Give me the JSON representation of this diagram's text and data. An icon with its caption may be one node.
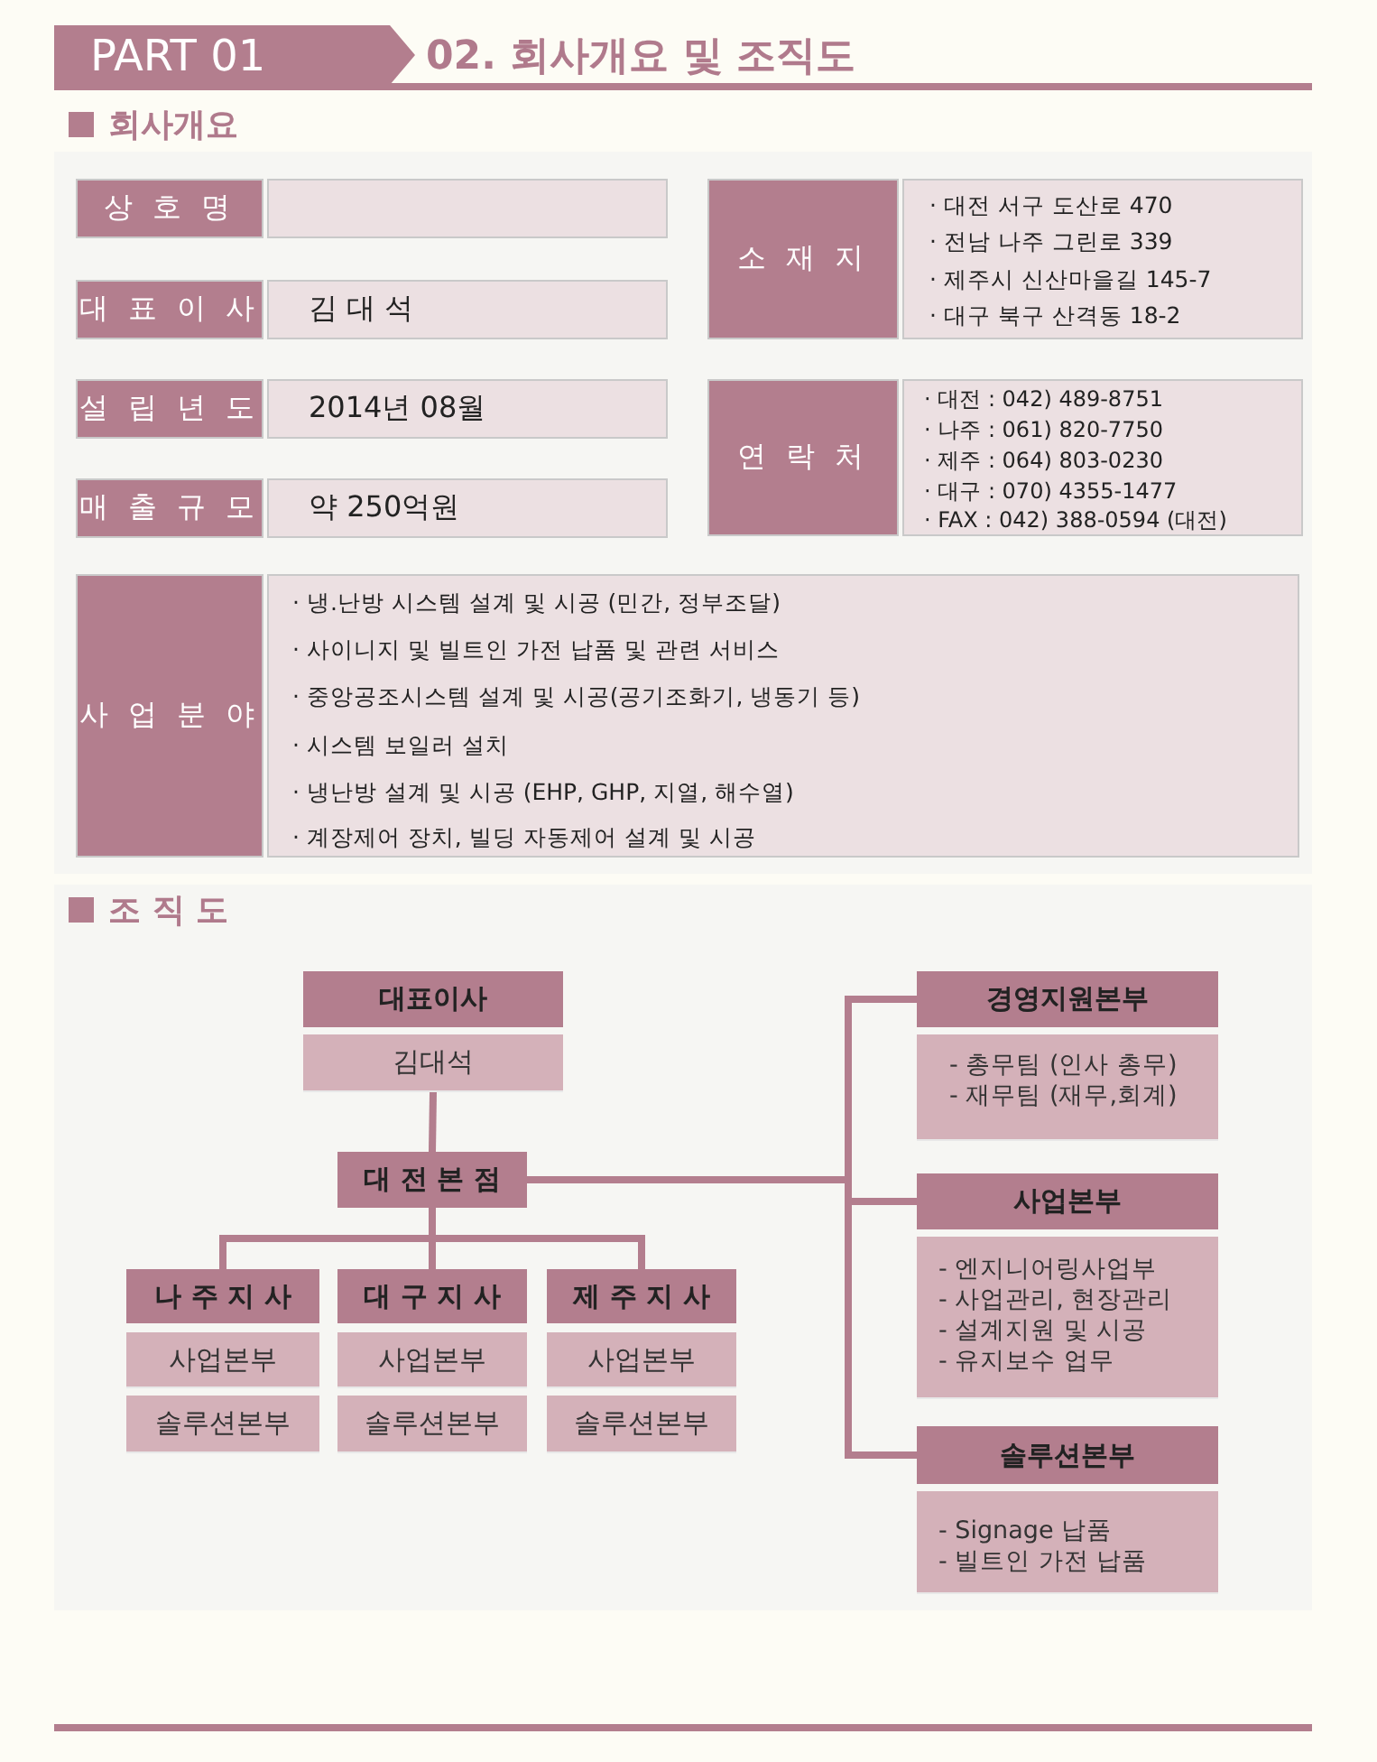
{
  "diagram": {
    "title": "02. 회사개요 및 조직도",
    "nodes": [
      {
        "text": [
          "대표이사",
          "김대석"
        ]
      },
      {
        "text": [
          "대 전 본 점"
        ]
      },
      {
        "text": [
          "나 주 지 사",
          "사업본부",
          "솔루션본부"
        ]
      },
      {
        "text": [
          "대 구 지 사",
          "사업본부",
          "솔루션본부"
        ]
      },
      {
        "text": [
          "제 주 지 사",
          "사업본부",
          "솔루션본부"
        ]
      },
      {
        "text": [
          "경영지원본부",
          "- 총무팀 (인사 총무)",
          "- 재무팀 (재무,회계)"
        ]
      },
      {
        "text": [
          "사업본부",
          "- 엔지니어링사업부",
          "- 사업관리, 현장관리",
          "- 설계지원 및 시공",
          "- 유지보수 업무"
        ]
      },
      {
        "text": [
          "솔루션본부",
          "- Signage 납품",
          "- 빌트인 가전 납품"
        ]
      }
    ],
    "edges": [
      {
        "from": 0,
        "to": 1,
        "arrow": "none"
      },
      {
        "from": 1,
        "to": 2,
        "arrow": "none"
      },
      {
        "from": 1,
        "to": 3,
        "arrow": "none"
      },
      {
        "from": 1,
        "to": 4,
        "arrow": "none"
      },
      {
        "from": 1,
        "to": 5,
        "arrow": "none"
      },
      {
        "from": 1,
        "to": 6,
        "arrow": "none"
      },
      {
        "from": 1,
        "to": 7,
        "arrow": "none"
      }
    ],
    "labels": [
      "PART 01",
      "회사개요",
      "상 호 명",
      "소 재 지",
      "· 대전 서구 도산로 470",
      "· 전남 나주 그린로 339",
      "· 제주시 신산마을길 145-7",
      "대 표 이 사",
      "김 대 석",
      "· 대구 북구 산격동 18-2",
      "설 립 년 도",
      "2014년 08월",
      "연 락 처",
      "· 대전 : 042) 489-8751",
      "· 나주 : 061) 820-7750",
      "· 제주 : 064) 803-0230",
      "· 대구 : 070) 4355-1477",
      "매 출 규 모",
      "약 250억원",
      "· FAX : 042) 388-0594 (대전)",
      "사 업 분 야",
      "· 냉.난방 시스템 설계 및 시공 (민간, 정부조달)",
      "· 사이니지 및 빌트인 가전 납품 및 관련 서비스",
      "· 중앙공조시스템 설계 및 시공(공기조화기, 냉동기 등)",
      "· 시스템 보일러 설치",
      "· 냉난방 설계 및 시공 (EHP, GHP, 지열, 해수열)",
      "· 계장제어 장치, 빌딩 자동제어 설계 및 시공",
      "조 직 도"
    ]
  }
}
